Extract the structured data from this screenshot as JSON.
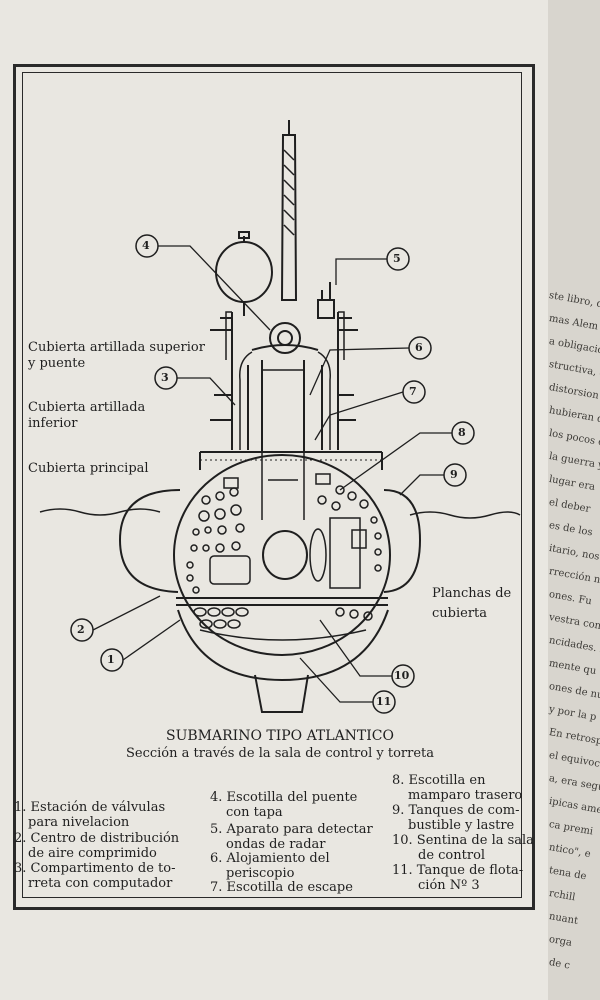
{
  "diagram": {
    "labels_left": {
      "upper_deck": [
        "Cubierta artillada superior",
        "y puente"
      ],
      "lower_deck": [
        "Cubierta artillada",
        "inferior"
      ],
      "main_deck": "Cubierta principal"
    },
    "labels_right": {
      "plates": [
        "Planchas de",
        "cubierta"
      ]
    },
    "callouts": [
      "1",
      "2",
      "3",
      "4",
      "5",
      "6",
      "7",
      "8",
      "9",
      "10",
      "11"
    ]
  },
  "caption": {
    "title": "SUBMARINO TIPO ATLANTICO",
    "subtitle": "Sección a través de la sala de control y torreta"
  },
  "legend": {
    "col1": [
      [
        "1. Estación de válvulas",
        "para nivelacion"
      ],
      [
        "2. Centro de distribución",
        "de aire comprimido"
      ],
      [
        "3. Compartimento de to-",
        "rreta con computador"
      ]
    ],
    "col2": [
      [
        "4. Escotilla del puente",
        "con tapa"
      ],
      [
        "5. Aparato para detectar",
        "ondas de radar"
      ],
      [
        "6. Alojamiento del",
        "periscopio"
      ],
      [
        "7. Escotilla de escape"
      ]
    ],
    "col3": [
      [
        "8. Escotilla en",
        "mamparo trasero"
      ],
      [
        "9. Tanques de com-",
        "bustible y lastre"
      ],
      [
        "10. Sentina de la sala",
        "de control"
      ],
      [
        "11. Tanque de flota-",
        "ción Nº 3"
      ]
    ]
  },
  "facing_page": {
    "lines": [
      "ste libro, dond",
      "mas Alem",
      "a obligació",
      "structiva, e",
      "distorsion",
      "hubieran de",
      "los pocos c",
      "la guerra y",
      "lugar era",
      "el deber",
      "es de los",
      "itario, nos",
      "rrección no",
      "ones.  Fu",
      "vestra consag",
      "ncidades. F",
      "mente qu",
      "ones de nue",
      "y por la p",
      "En retrospec",
      "el equivoc",
      "a, era segu",
      "ipicas amer",
      "ca premi",
      "ntico\", e",
      "tena de",
      "rchill",
      "nuant",
      "orga",
      "de c"
    ]
  }
}
